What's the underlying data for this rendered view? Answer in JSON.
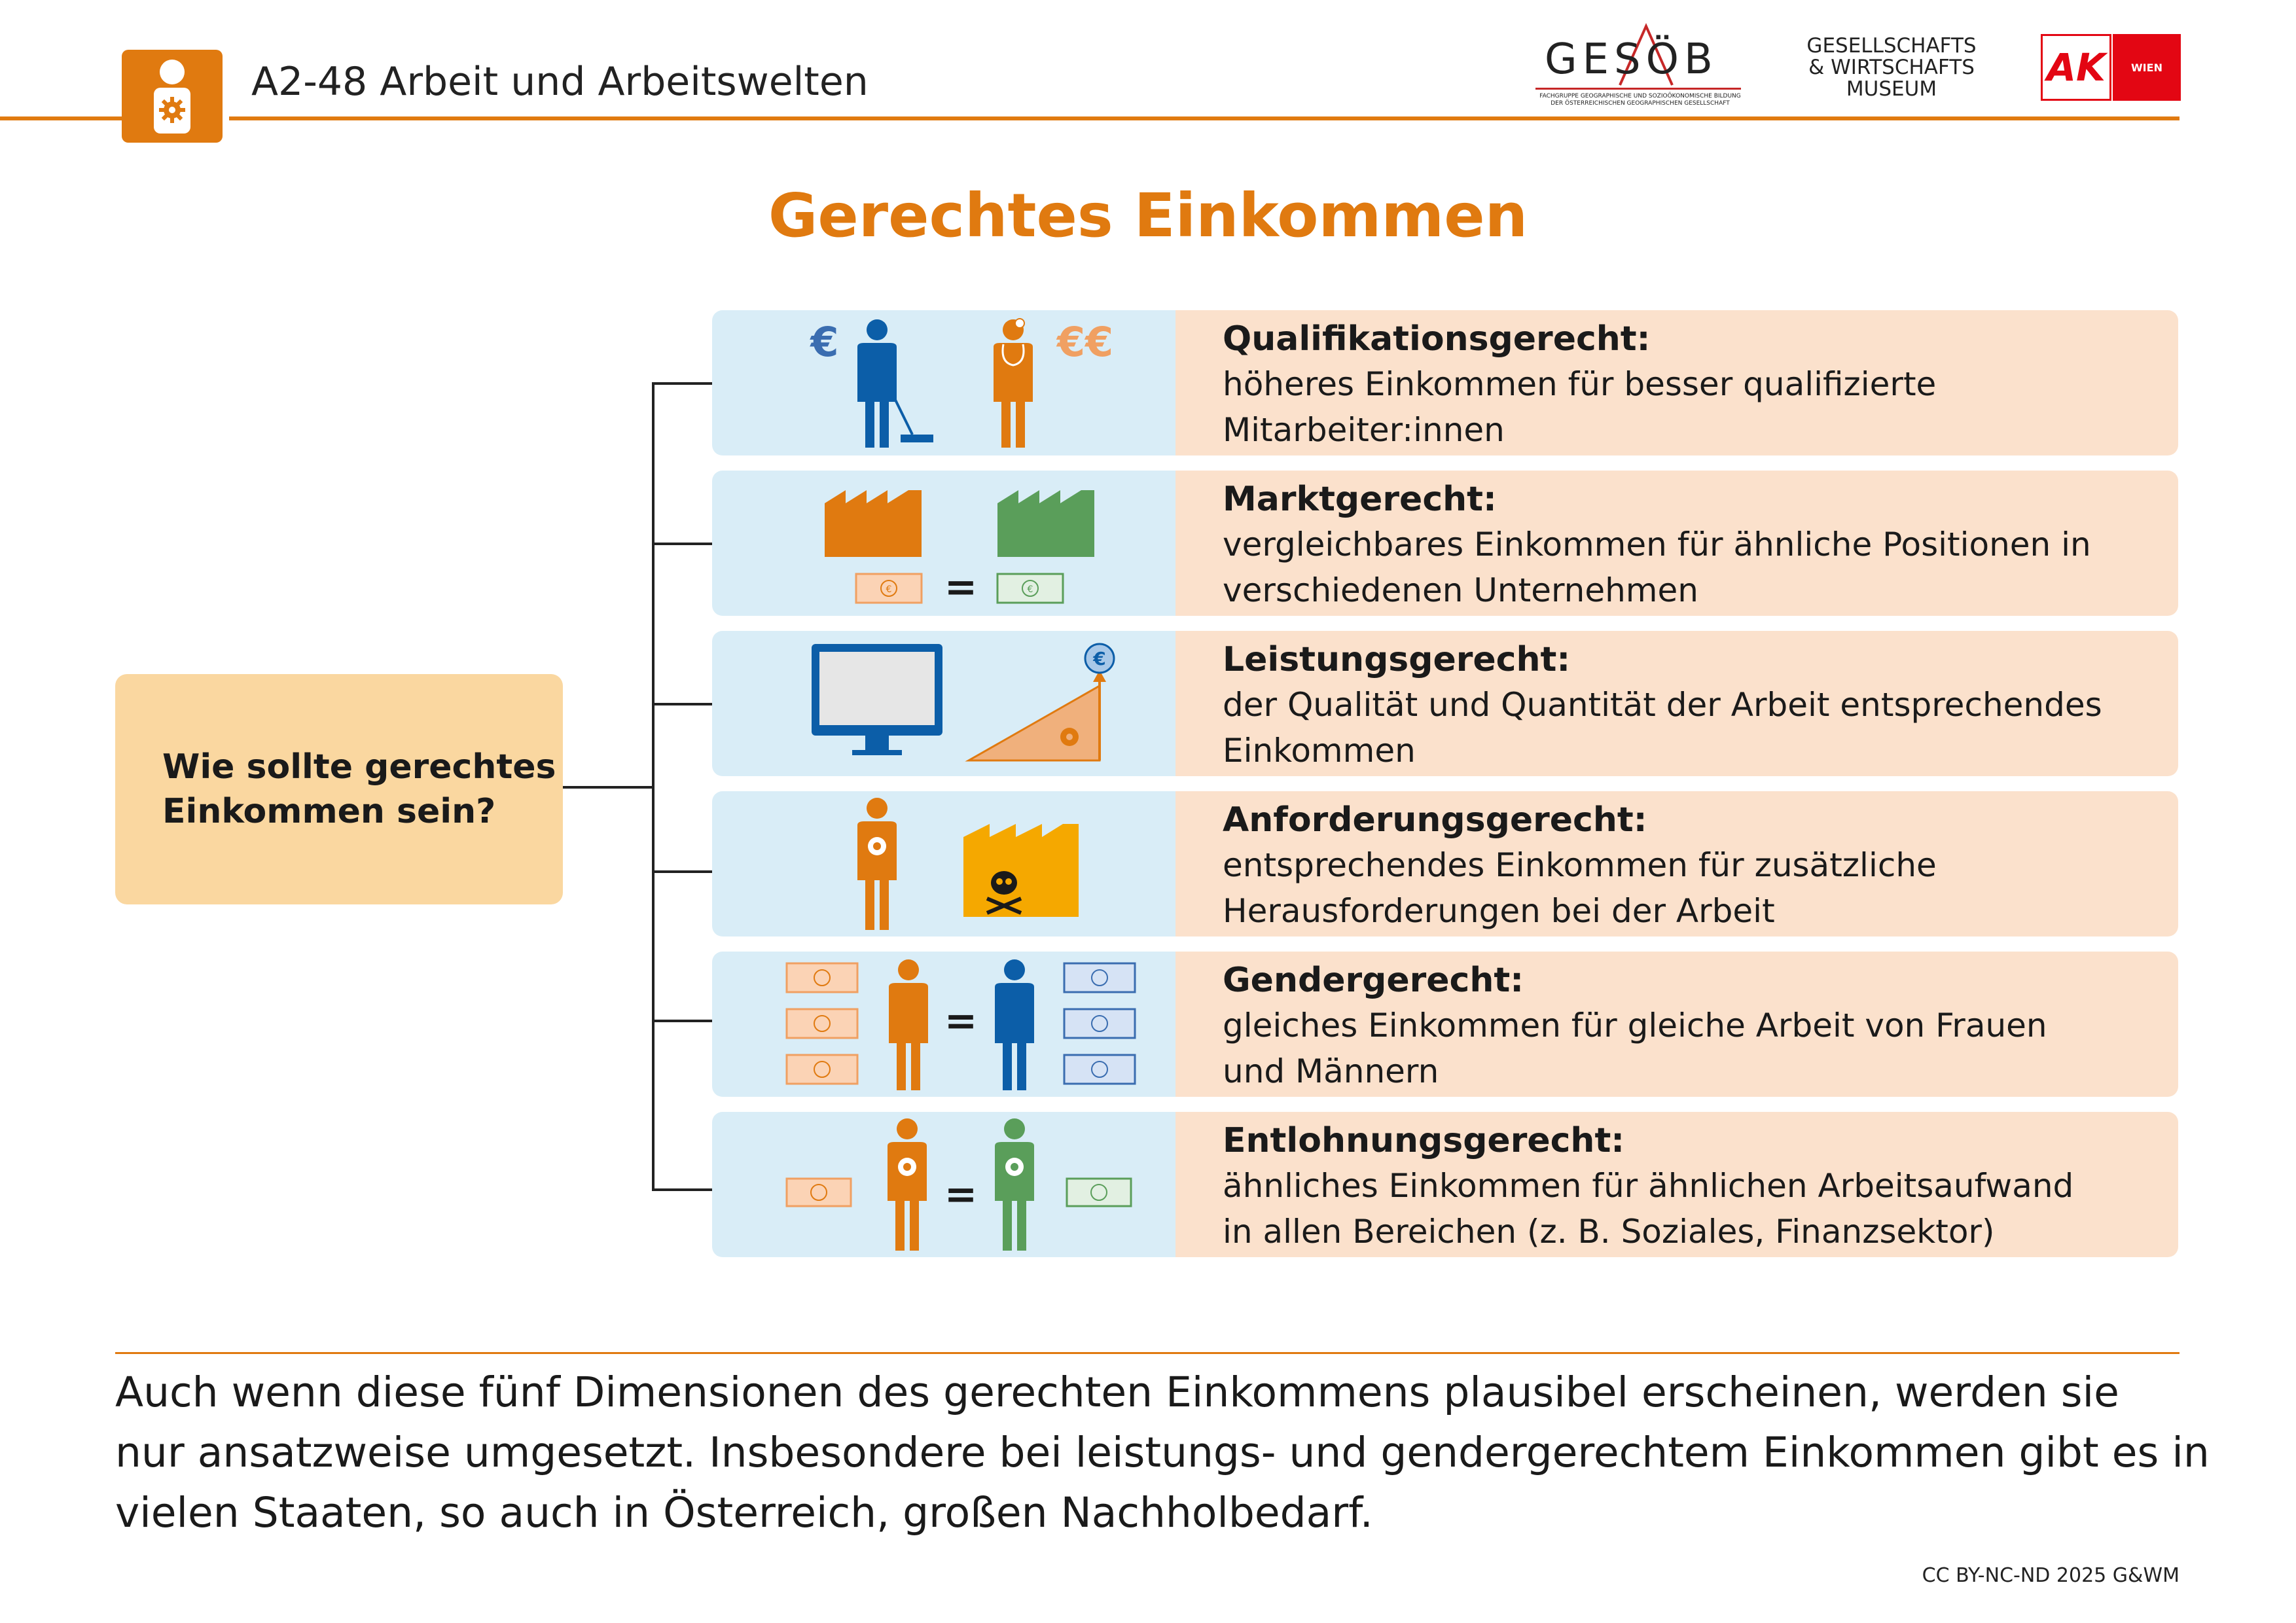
{
  "header": {
    "title": "A2-48 Arbeit und Arbeitswelten",
    "logo_gesoeb": "GESÖB",
    "logo_gesoeb_sub_1": "FACHGRUPPE GEOGRAPHISCHE UND SOZIOÖKONOMISCHE BILDUNG",
    "logo_gesoeb_sub_2": "DER ÖSTERREICHISCHEN GEOGRAPHISCHEN GESELLSCHAFT",
    "logo_museum_1": "GESELLSCHAFTS",
    "logo_museum_2": "& WIRTSCHAFTS",
    "logo_museum_3": "MUSEUM",
    "logo_ak": "AK",
    "logo_ak_city": "WIEN"
  },
  "title": "Gerechtes Einkommen",
  "question": "Wie sollte gerechtes\nEinkommen sein?",
  "rows": [
    {
      "title": "Qualifikationsgerecht:",
      "line1": "höheres Einkommen für besser qualifizierte",
      "line2": "Mitarbeiter:innen",
      "sym_left": "€",
      "sym_right": "€€"
    },
    {
      "title": "Marktgerecht:",
      "line1": "vergleichbares Einkommen für ähnliche Positionen in",
      "line2": "verschiedenen Unternehmen",
      "sym_eq": "="
    },
    {
      "title": "Leistungsgerecht:",
      "line1": "der Qualität und Quantität der Arbeit entsprechendes",
      "line2": "Einkommen",
      "sym_coin": "€"
    },
    {
      "title": "Anforderungsgerecht:",
      "line1": "entsprechendes Einkommen für zusätzliche",
      "line2": "Herausforderungen bei der Arbeit"
    },
    {
      "title": "Gendergerecht:",
      "line1": "gleiches Einkommen für gleiche Arbeit von Frauen",
      "line2": "und Männern",
      "sym_eq": "="
    },
    {
      "title": "Entlohnungsgerecht:",
      "line1": "ähnliches Einkommen für ähnlichen Arbeitsaufwand",
      "line2": "in allen Bereichen (z. B. Soziales, Finanzsektor)",
      "sym_eq": "="
    }
  ],
  "footer": {
    "line1": "Auch wenn diese fünf Dimensionen des gerechten Einkommens plausibel erscheinen, werden sie",
    "line2": "nur ansatzweise umgesetzt. Insbesondere bei leistungs- und gendergerechtem Einkommen gibt es in",
    "line3": "vielen Staaten, so auch in Österreich, großen Nachholbedarf.",
    "copyright": "CC BY-NC-ND 2025 G&WM"
  },
  "colors": {
    "orange": "#e07a10",
    "blue": "#0c5ea8",
    "green": "#5a9e5a",
    "yellow": "#f5a800",
    "row_left_bg": "#d9edf7",
    "row_right_bg": "#fbe1cc",
    "question_bg": "#fad7a0"
  },
  "icons": [
    "person-gear-icon",
    "euro-icon",
    "cleaner-icon",
    "doctor-icon",
    "factory-icon",
    "banknote-icon",
    "monitor-icon",
    "performance-ramp-icon",
    "skull-icon",
    "woman-icon",
    "man-icon"
  ]
}
